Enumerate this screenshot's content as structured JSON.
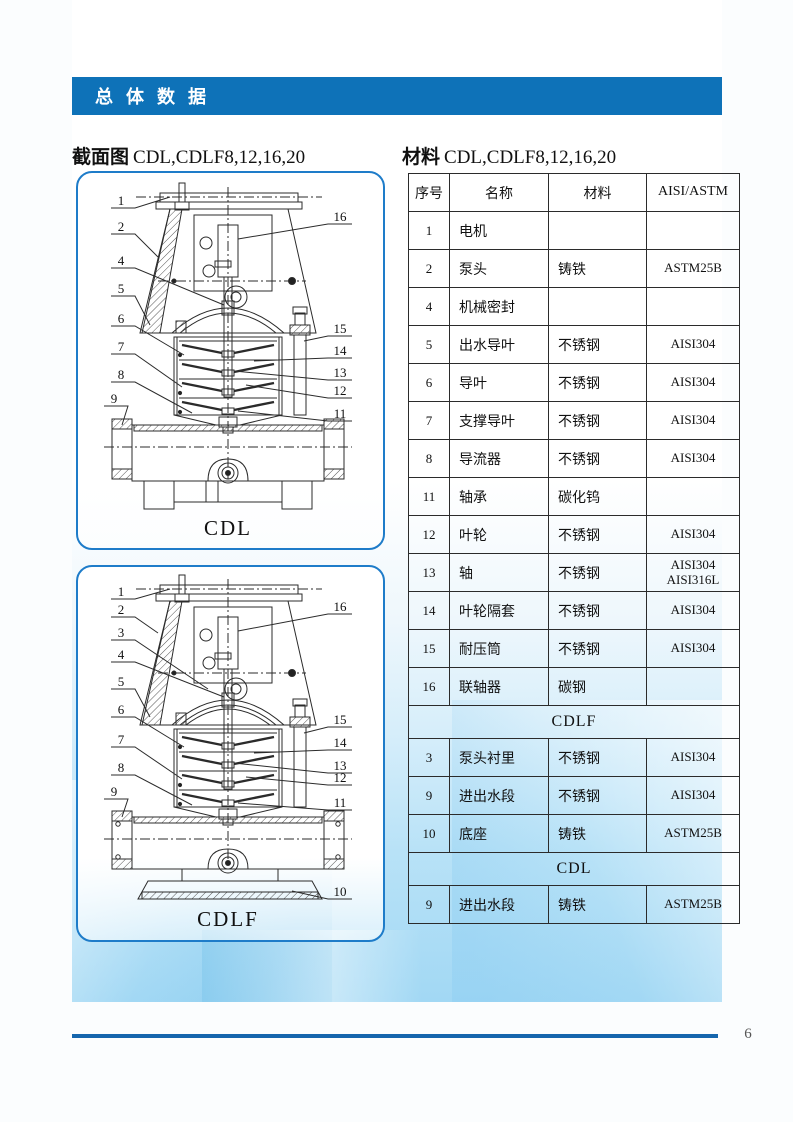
{
  "header": {
    "title": "总 体 数 据"
  },
  "sections": {
    "diagram": {
      "label": "截面图",
      "models": "CDL,CDLF8,12,16,20"
    },
    "material": {
      "label": "材料",
      "models": "CDL,CDLF8,12,16,20"
    }
  },
  "diagrams": {
    "cdl": {
      "label": "CDL",
      "callouts": {
        "c1": "1",
        "c2": "2",
        "c4": "4",
        "c5": "5",
        "c6": "6",
        "c7": "7",
        "c8": "8",
        "c9": "9",
        "c11": "11",
        "c12": "12",
        "c13": "13",
        "c14": "14",
        "c15": "15",
        "c16": "16"
      }
    },
    "cdlf": {
      "label": "CDLF",
      "callouts": {
        "c1": "1",
        "c2": "2",
        "c3": "3",
        "c4": "4",
        "c5": "5",
        "c6": "6",
        "c7": "7",
        "c8": "8",
        "c9": "9",
        "c10": "10",
        "c11": "11",
        "c12": "12",
        "c13": "13",
        "c14": "14",
        "c15": "15",
        "c16": "16"
      }
    }
  },
  "table": {
    "headers": {
      "no": "序号",
      "name": "名称",
      "material": "材料",
      "standard": "AISI/ASTM"
    },
    "rows": [
      {
        "no": "1",
        "name": "电机",
        "material": "",
        "standard": ""
      },
      {
        "no": "2",
        "name": "泵头",
        "material": "铸铁",
        "standard": "ASTM25B"
      },
      {
        "no": "4",
        "name": "机械密封",
        "material": "",
        "standard": ""
      },
      {
        "no": "5",
        "name": "出水导叶",
        "material": "不锈钢",
        "standard": "AISI304"
      },
      {
        "no": "6",
        "name": "导叶",
        "material": "不锈钢",
        "standard": "AISI304"
      },
      {
        "no": "7",
        "name": "支撑导叶",
        "material": "不锈钢",
        "standard": "AISI304"
      },
      {
        "no": "8",
        "name": "导流器",
        "material": "不锈钢",
        "standard": "AISI304"
      },
      {
        "no": "11",
        "name": "轴承",
        "material": "碳化钨",
        "standard": ""
      },
      {
        "no": "12",
        "name": "叶轮",
        "material": "不锈钢",
        "standard": "AISI304"
      },
      {
        "no": "13",
        "name": "轴",
        "material": "不锈钢",
        "standard": "AISI304\nAISI316L"
      },
      {
        "no": "14",
        "name": "叶轮隔套",
        "material": "不锈钢",
        "standard": "AISI304"
      },
      {
        "no": "15",
        "name": "耐压筒",
        "material": "不锈钢",
        "standard": "AISI304"
      },
      {
        "no": "16",
        "name": "联轴器",
        "material": "碳钢",
        "standard": ""
      }
    ],
    "cdlf_group": {
      "label": "CDLF",
      "rows": [
        {
          "no": "3",
          "name": "泵头衬里",
          "material": "不锈钢",
          "standard": "AISI304"
        },
        {
          "no": "9",
          "name": "进出水段",
          "material": "不锈钢",
          "standard": "AISI304"
        },
        {
          "no": "10",
          "name": "底座",
          "material": "铸铁",
          "standard": "ASTM25B"
        }
      ]
    },
    "cdl_group": {
      "label": "CDL",
      "rows": [
        {
          "no": "9",
          "name": "进出水段",
          "material": "铸铁",
          "standard": "ASTM25B"
        }
      ]
    }
  },
  "footer": {
    "page_number": "6"
  },
  "colors": {
    "header_bar": "#0e72b8",
    "box_border": "#1e7cc9",
    "footer_line": "#1566ad",
    "table_border": "#2b2b2b"
  }
}
